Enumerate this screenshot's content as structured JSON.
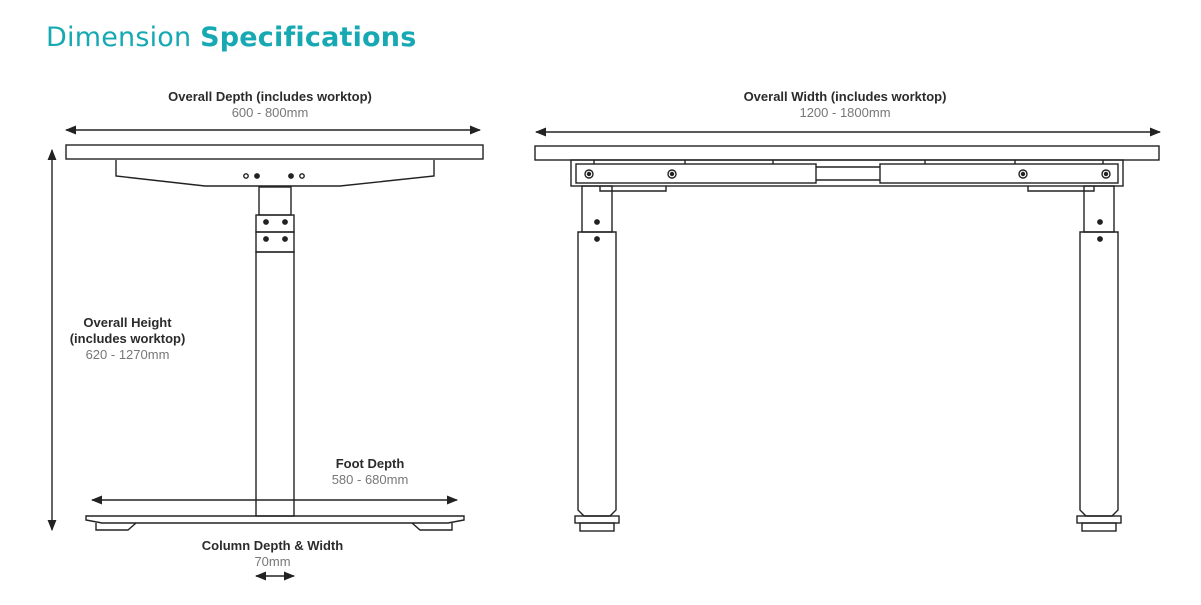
{
  "title": {
    "light": "Dimension",
    "bold": "Specifications"
  },
  "colors": {
    "accent": "#17a9b3",
    "line": "#222222",
    "value_text": "#777777"
  },
  "labels": {
    "overall_depth": {
      "heading": "Overall Depth (includes worktop)",
      "value": "600 - 800mm"
    },
    "overall_width": {
      "heading": "Overall Width (includes worktop)",
      "value": "1200 - 1800mm"
    },
    "overall_height": {
      "heading_line1": "Overall Height",
      "heading_line2": "(includes worktop)",
      "value": "620 - 1270mm"
    },
    "foot_depth": {
      "heading": "Foot Depth",
      "value": "580 - 680mm"
    },
    "column": {
      "heading": "Column Depth & Width",
      "value": "70mm"
    }
  }
}
